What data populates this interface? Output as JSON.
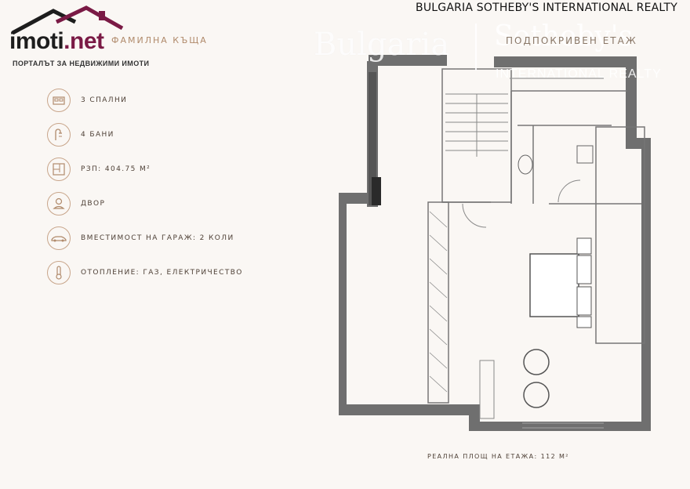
{
  "banner": "BULGARIA SOTHEBY'S INTERNATIONAL REALTY",
  "logo": {
    "main": "imoti",
    "suffix": ".net",
    "tagline": "ПОРТАЛЪТ ЗА НЕДВИЖИМИ ИМОТИ"
  },
  "watermark": {
    "left": "Bulgaria",
    "right": "Sotheby's",
    "sub": "INTERNATIONAL REALTY"
  },
  "subtitle": "ФАМИЛНА КЪЩА",
  "floor_title": "ПОДПОКРИВЕН ЕТАЖ",
  "features": [
    {
      "icon": "bed-icon",
      "label": "3 СПАЛНИ"
    },
    {
      "icon": "shower-icon",
      "label": "4 БАНИ"
    },
    {
      "icon": "floorplan-icon",
      "label": "РЗП: 404.75 М²"
    },
    {
      "icon": "yard-icon",
      "label": "ДВОР"
    },
    {
      "icon": "car-icon",
      "label": "ВМЕСТИМОСТ НА ГАРАЖ: 2 КОЛИ"
    },
    {
      "icon": "thermometer-icon",
      "label": "ОТОПЛЕНИЕ: ГАЗ, ЕЛЕКТРИЧЕСТВО"
    }
  ],
  "area_label": "РЕАЛНА ПЛОЩ НА ЕТАЖА: 112 М²",
  "colors": {
    "accent": "#c8a58a",
    "wall": "#6f6f6f",
    "logo_roof": "#7a1a45"
  }
}
